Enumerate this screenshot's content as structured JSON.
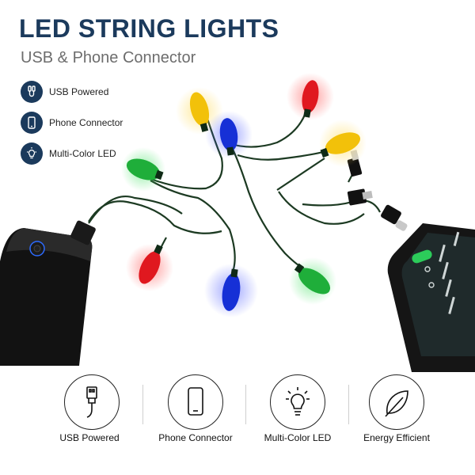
{
  "header": {
    "title": "LED STRING LIGHTS",
    "subtitle": "USB & Phone Connector"
  },
  "side_features": [
    {
      "label": "USB Powered",
      "icon": "usb-plug-icon"
    },
    {
      "label": "Phone Connector",
      "icon": "phone-icon"
    },
    {
      "label": "Multi-Color LED",
      "icon": "bulb-icon"
    }
  ],
  "bottom_features": [
    {
      "label": "USB Powered",
      "icon": "usb-plug-icon"
    },
    {
      "label": "Phone Connector",
      "icon": "phone-icon"
    },
    {
      "label": "Multi-Color LED",
      "icon": "bulb-icon"
    },
    {
      "label": "Energy Efficient",
      "icon": "leaf-icon"
    }
  ],
  "colors": {
    "brand": "#1b3a5c",
    "bulb_green": "#1fae3a",
    "bulb_red": "#e0181f",
    "bulb_blue": "#1630d6",
    "bulb_yellow": "#f2c10a"
  }
}
